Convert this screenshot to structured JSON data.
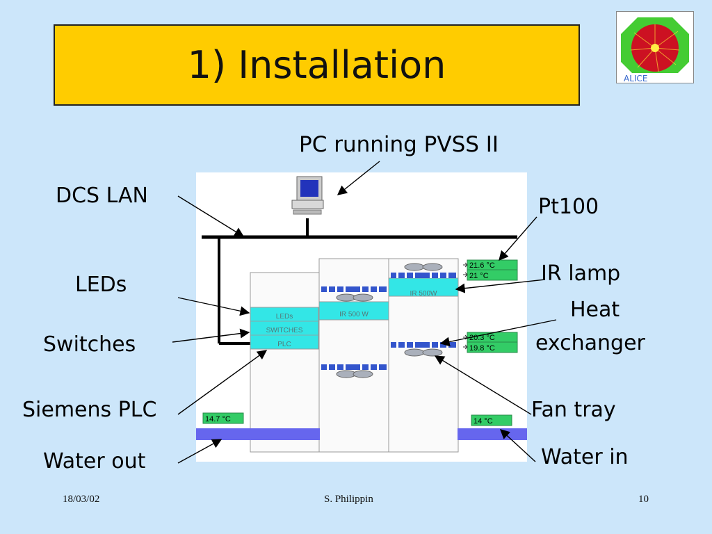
{
  "slide": {
    "title": "1) Installation",
    "labels": {
      "pc": "PC running PVSS II",
      "dcs_lan": "DCS LAN",
      "pt100": "Pt100",
      "leds": "LEDs",
      "ir_lamp": "IR lamp",
      "heat": "Heat",
      "exchanger": "exchanger",
      "switches": "Switches",
      "siemens_plc": "Siemens PLC",
      "fan_tray": "Fan tray",
      "water_out": "Water out",
      "water_in": "Water in"
    },
    "rack": {
      "leds": "LEDs",
      "switches": "SWITCHES",
      "plc": "PLC",
      "ir1": "IR 500 W",
      "ir2": "IR 500W"
    },
    "temps": {
      "t1": "21.6 °C",
      "t2": "21 °C",
      "t3": "20.3 °C",
      "t4": "19.8 °C",
      "water_out": "14.7 °C",
      "water_in": "14 °C"
    },
    "footer": {
      "date": "18/03/02",
      "author": "S. Philippin",
      "page": "10"
    }
  },
  "colors": {
    "background": "#cce6fa",
    "title_fill": "#ffcc00",
    "cyan": "#33e6e6",
    "temp_green": "#33cc66",
    "water": "#6666ee"
  }
}
